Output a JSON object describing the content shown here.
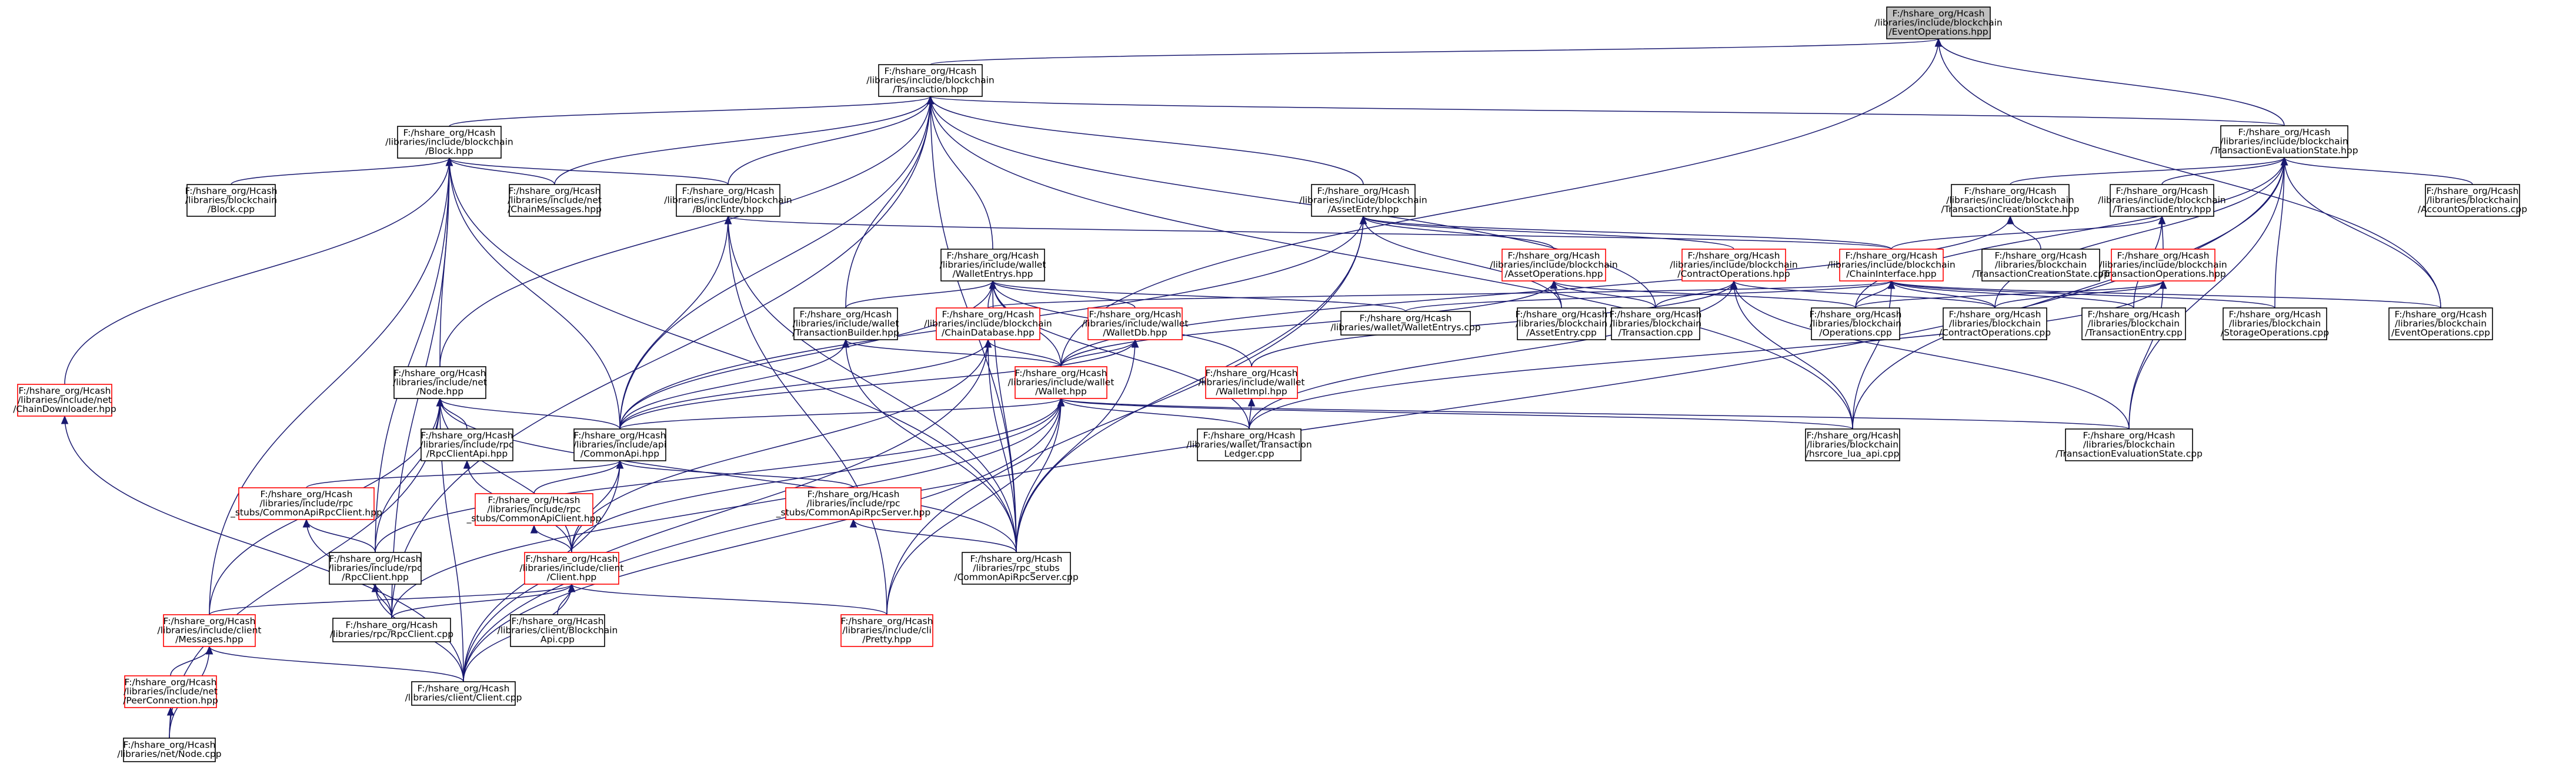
{
  "graph": {
    "nodes": [
      {
        "id": "eventops_hpp",
        "style": "gray",
        "lines": [
          "F:/hshare_org/Hcash",
          "/libraries/include/blockchain",
          "/EventOperations.hpp"
        ]
      },
      {
        "id": "transaction_hpp",
        "style": "black",
        "lines": [
          "F:/hshare_org/Hcash",
          "/libraries/include/blockchain",
          "/Transaction.hpp"
        ]
      },
      {
        "id": "teval_hpp",
        "style": "black",
        "lines": [
          "F:/hshare_org/Hcash",
          "/libraries/include/blockchain",
          "/TransactionEvaluationState.hpp"
        ]
      },
      {
        "id": "block_hpp",
        "style": "black",
        "lines": [
          "F:/hshare_org/Hcash",
          "/libraries/include/blockchain",
          "/Block.hpp"
        ]
      },
      {
        "id": "block_cpp",
        "style": "black",
        "lines": [
          "F:/hshare_org/Hcash",
          "/libraries/blockchain",
          "/Block.cpp"
        ]
      },
      {
        "id": "chainmsg_hpp",
        "style": "black",
        "lines": [
          "F:/hshare_org/Hcash",
          "/libraries/include/net",
          "/ChainMessages.hpp"
        ]
      },
      {
        "id": "blockentry_hpp",
        "style": "black",
        "lines": [
          "F:/hshare_org/Hcash",
          "/libraries/include/blockchain",
          "/BlockEntry.hpp"
        ]
      },
      {
        "id": "assetentry_hpp",
        "style": "black",
        "lines": [
          "F:/hshare_org/Hcash",
          "/libraries/include/blockchain",
          "/AssetEntry.hpp"
        ]
      },
      {
        "id": "tcreation_hpp",
        "style": "black",
        "lines": [
          "F:/hshare_org/Hcash",
          "/libraries/include/blockchain",
          "/TransactionCreationState.hpp"
        ]
      },
      {
        "id": "tentry_hpp",
        "style": "black",
        "lines": [
          "F:/hshare_org/Hcash",
          "/libraries/include/blockchain",
          "/TransactionEntry.hpp"
        ]
      },
      {
        "id": "accountops_cpp",
        "style": "black",
        "lines": [
          "F:/hshare_org/Hcash",
          "/libraries/blockchain",
          "/AccountOperations.cpp"
        ]
      },
      {
        "id": "chaindownloader_hpp",
        "style": "red",
        "lines": [
          "F:/hshare_org/Hcash",
          "/libraries/include/net",
          "/ChainDownloader.hpp"
        ]
      },
      {
        "id": "walletentrys_hpp",
        "style": "black",
        "lines": [
          "F:/hshare_org/Hcash",
          "/libraries/include/wallet",
          "/WalletEntrys.hpp"
        ]
      },
      {
        "id": "assetops_hpp",
        "style": "red",
        "lines": [
          "F:/hshare_org/Hcash",
          "/libraries/include/blockchain",
          "/AssetOperations.hpp"
        ]
      },
      {
        "id": "contractops_hpp",
        "style": "red",
        "lines": [
          "F:/hshare_org/Hcash",
          "/libraries/include/blockchain",
          "/ContractOperations.hpp"
        ]
      },
      {
        "id": "chaininterface_hpp",
        "style": "red",
        "lines": [
          "F:/hshare_org/Hcash",
          "/libraries/include/blockchain",
          "/ChainInterface.hpp"
        ]
      },
      {
        "id": "tcreation_cpp",
        "style": "black",
        "lines": [
          "F:/hshare_org/Hcash",
          "/libraries/blockchain",
          "/TransactionCreationState.cpp"
        ]
      },
      {
        "id": "tops_hpp",
        "style": "red",
        "lines": [
          "F:/hshare_org/Hcash",
          "/libraries/include/blockchain",
          "/TransactionOperations.hpp"
        ]
      },
      {
        "id": "tbuilder_hpp",
        "style": "black",
        "lines": [
          "F:/hshare_org/Hcash",
          "/libraries/include/wallet",
          "/TransactionBuilder.hpp"
        ]
      },
      {
        "id": "chaindb_hpp",
        "style": "red",
        "lines": [
          "F:/hshare_org/Hcash",
          "/libraries/include/blockchain",
          "/ChainDatabase.hpp"
        ]
      },
      {
        "id": "walletdb_hpp",
        "style": "red",
        "lines": [
          "F:/hshare_org/Hcash",
          "/libraries/include/wallet",
          "/WalletDb.hpp"
        ]
      },
      {
        "id": "walletentrys_cpp",
        "style": "black",
        "lines": [
          "F:/hshare_org/Hcash",
          "/libraries/wallet/WalletEntrys.cpp"
        ]
      },
      {
        "id": "assetentry_cpp",
        "style": "black",
        "lines": [
          "F:/hshare_org/Hcash",
          "/libraries/blockchain",
          "/AssetEntry.cpp"
        ]
      },
      {
        "id": "transaction_cpp",
        "style": "black",
        "lines": [
          "F:/hshare_org/Hcash",
          "/libraries/blockchain",
          "/Transaction.cpp"
        ]
      },
      {
        "id": "operations_cpp",
        "style": "black",
        "lines": [
          "F:/hshare_org/Hcash",
          "/libraries/blockchain",
          "/Operations.cpp"
        ]
      },
      {
        "id": "contractops_cpp",
        "style": "black",
        "lines": [
          "F:/hshare_org/Hcash",
          "/libraries/blockchain",
          "/ContractOperations.cpp"
        ]
      },
      {
        "id": "tentry_cpp",
        "style": "black",
        "lines": [
          "F:/hshare_org/Hcash",
          "/libraries/blockchain",
          "/TransactionEntry.cpp"
        ]
      },
      {
        "id": "storageops_cpp",
        "style": "black",
        "lines": [
          "F:/hshare_org/Hcash",
          "/libraries/blockchain",
          "/StorageOperations.cpp"
        ]
      },
      {
        "id": "eventops_cpp",
        "style": "black",
        "lines": [
          "F:/hshare_org/Hcash",
          "/libraries/blockchain",
          "/EventOperations.cpp"
        ]
      },
      {
        "id": "node_hpp",
        "style": "black",
        "lines": [
          "F:/hshare_org/Hcash",
          "/libraries/include/net",
          "/Node.hpp"
        ]
      },
      {
        "id": "wallet_hpp",
        "style": "red",
        "lines": [
          "F:/hshare_org/Hcash",
          "/libraries/include/wallet",
          "/Wallet.hpp"
        ]
      },
      {
        "id": "walletimpl_hpp",
        "style": "red",
        "lines": [
          "F:/hshare_org/Hcash",
          "/libraries/include/wallet",
          "/WalletImpl.hpp"
        ]
      },
      {
        "id": "rpcclientapi_hpp",
        "style": "black",
        "lines": [
          "F:/hshare_org/Hcash",
          "/libraries/include/rpc",
          "/RpcClientApi.hpp"
        ]
      },
      {
        "id": "commonapi_hpp",
        "style": "black",
        "lines": [
          "F:/hshare_org/Hcash",
          "/libraries/include/api",
          "/CommonApi.hpp"
        ]
      },
      {
        "id": "translog_cpp",
        "style": "black",
        "lines": [
          "F:/hshare_org/Hcash",
          "/libraries/wallet/Transaction",
          "Ledger.cpp"
        ]
      },
      {
        "id": "luaapi_cpp",
        "style": "black",
        "lines": [
          "F:/hshare_org/Hcash",
          "/libraries/blockchain",
          "/hsrcore_lua_api.cpp"
        ]
      },
      {
        "id": "teval_cpp",
        "style": "black",
        "lines": [
          "F:/hshare_org/Hcash",
          "/libraries/blockchain",
          "/TransactionEvaluationState.cpp"
        ]
      },
      {
        "id": "apirpcclient_hpp",
        "style": "red",
        "lines": [
          "F:/hshare_org/Hcash",
          "/libraries/include/rpc",
          "_stubs/CommonApiRpcClient.hpp"
        ]
      },
      {
        "id": "apiclient_hpp",
        "style": "red",
        "lines": [
          "F:/hshare_org/Hcash",
          "/libraries/include/rpc",
          "_stubs/CommonApiClient.hpp"
        ]
      },
      {
        "id": "apirpcserver_hpp",
        "style": "red",
        "lines": [
          "F:/hshare_org/Hcash",
          "/libraries/include/rpc",
          "_stubs/CommonApiRpcServer.hpp"
        ]
      },
      {
        "id": "rpcclient_hpp",
        "style": "black",
        "lines": [
          "F:/hshare_org/Hcash",
          "/libraries/include/rpc",
          "/RpcClient.hpp"
        ]
      },
      {
        "id": "client_hpp",
        "style": "red",
        "lines": [
          "F:/hshare_org/Hcash",
          "/libraries/include/client",
          "/Client.hpp"
        ]
      },
      {
        "id": "apirpcserver_cpp",
        "style": "black",
        "lines": [
          "F:/hshare_org/Hcash",
          "/libraries/rpc_stubs",
          "/CommonApiRpcServer.cpp"
        ]
      },
      {
        "id": "messages_hpp",
        "style": "red",
        "lines": [
          "F:/hshare_org/Hcash",
          "/libraries/include/client",
          "/Messages.hpp"
        ]
      },
      {
        "id": "rpcclient_cpp",
        "style": "black",
        "lines": [
          "F:/hshare_org/Hcash",
          "/libraries/rpc/RpcClient.cpp"
        ]
      },
      {
        "id": "blockchainapi_cpp",
        "style": "black",
        "lines": [
          "F:/hshare_org/Hcash",
          "/libraries/client/Blockchain",
          "Api.cpp"
        ]
      },
      {
        "id": "pretty_hpp",
        "style": "red",
        "lines": [
          "F:/hshare_org/Hcash",
          "/libraries/include/cli",
          "/Pretty.hpp"
        ]
      },
      {
        "id": "peerconn_hpp",
        "style": "red",
        "lines": [
          "F:/hshare_org/Hcash",
          "/libraries/include/net",
          "/PeerConnection.hpp"
        ]
      },
      {
        "id": "client_cpp",
        "style": "black",
        "lines": [
          "F:/hshare_org/Hcash",
          "/libraries/client/Client.cpp"
        ]
      },
      {
        "id": "node_cpp",
        "style": "black",
        "lines": [
          "F:/hshare_org/Hcash",
          "/libraries/net/Node.cpp"
        ]
      }
    ],
    "edges": [
      [
        "eventops_hpp",
        "transaction_hpp"
      ],
      [
        "eventops_hpp",
        "teval_hpp"
      ],
      [
        "eventops_hpp",
        "eventops_cpp"
      ],
      [
        "eventops_hpp",
        "wallet_hpp"
      ],
      [
        "transaction_hpp",
        "block_hpp"
      ],
      [
        "transaction_hpp",
        "chainmsg_hpp"
      ],
      [
        "transaction_hpp",
        "assetentry_hpp"
      ],
      [
        "transaction_hpp",
        "teval_hpp"
      ],
      [
        "transaction_hpp",
        "blockentry_hpp"
      ],
      [
        "transaction_hpp",
        "walletentrys_hpp"
      ],
      [
        "transaction_hpp",
        "tbuilder_hpp"
      ],
      [
        "transaction_hpp",
        "node_hpp"
      ],
      [
        "transaction_hpp",
        "commonapi_hpp"
      ],
      [
        "transaction_hpp",
        "transaction_cpp"
      ],
      [
        "transaction_hpp",
        "luaapi_cpp"
      ],
      [
        "transaction_hpp",
        "apirpcserver_cpp"
      ],
      [
        "transaction_hpp",
        "rpcclient_cpp"
      ],
      [
        "teval_hpp",
        "tcreation_hpp"
      ],
      [
        "teval_hpp",
        "tentry_hpp"
      ],
      [
        "teval_hpp",
        "accountops_cpp"
      ],
      [
        "teval_hpp",
        "storageops_cpp"
      ],
      [
        "teval_hpp",
        "eventops_cpp"
      ],
      [
        "teval_hpp",
        "contractops_cpp"
      ],
      [
        "teval_hpp",
        "operations_cpp"
      ],
      [
        "teval_hpp",
        "teval_cpp"
      ],
      [
        "teval_hpp",
        "luaapi_cpp"
      ],
      [
        "teval_hpp",
        "client_cpp"
      ],
      [
        "block_hpp",
        "block_cpp"
      ],
      [
        "block_hpp",
        "chainmsg_hpp"
      ],
      [
        "block_hpp",
        "blockentry_hpp"
      ],
      [
        "block_hpp",
        "chaindownloader_hpp"
      ],
      [
        "block_hpp",
        "node_hpp"
      ],
      [
        "block_hpp",
        "commonapi_hpp"
      ],
      [
        "block_hpp",
        "rpcclient_hpp"
      ],
      [
        "block_hpp",
        "apirpcserver_cpp"
      ],
      [
        "block_hpp",
        "messages_hpp"
      ],
      [
        "block_hpp",
        "rpcclient_cpp"
      ],
      [
        "blockentry_hpp",
        "chaininterface_hpp"
      ],
      [
        "blockentry_hpp",
        "commonapi_hpp"
      ],
      [
        "blockentry_hpp",
        "apirpcserver_cpp"
      ],
      [
        "blockentry_hpp",
        "pretty_hpp"
      ],
      [
        "assetentry_hpp",
        "chaininterface_hpp"
      ],
      [
        "assetentry_hpp",
        "assetops_hpp"
      ],
      [
        "assetentry_hpp",
        "contractops_hpp"
      ],
      [
        "assetentry_hpp",
        "commonapi_hpp"
      ],
      [
        "assetentry_hpp",
        "apirpcserver_cpp"
      ],
      [
        "assetentry_hpp",
        "assetentry_cpp"
      ],
      [
        "assetentry_hpp",
        "pretty_hpp"
      ],
      [
        "tcreation_hpp",
        "tcreation_cpp"
      ],
      [
        "tcreation_hpp",
        "wallet_hpp"
      ],
      [
        "tentry_hpp",
        "tops_hpp"
      ],
      [
        "tentry_hpp",
        "chaininterface_hpp"
      ],
      [
        "tentry_hpp",
        "tentry_cpp"
      ],
      [
        "walletentrys_hpp",
        "tbuilder_hpp"
      ],
      [
        "walletentrys_hpp",
        "chaindb_hpp"
      ],
      [
        "walletentrys_hpp",
        "walletdb_hpp"
      ],
      [
        "walletentrys_hpp",
        "walletentrys_cpp"
      ],
      [
        "walletentrys_hpp",
        "wallet_hpp"
      ],
      [
        "walletentrys_hpp",
        "walletimpl_hpp"
      ],
      [
        "walletentrys_hpp",
        "commonapi_hpp"
      ],
      [
        "walletentrys_hpp",
        "translog_cpp"
      ],
      [
        "walletentrys_hpp",
        "apirpcserver_cpp"
      ],
      [
        "assetops_hpp",
        "assetentry_cpp"
      ],
      [
        "assetops_hpp",
        "transaction_cpp"
      ],
      [
        "assetops_hpp",
        "operations_cpp"
      ],
      [
        "assetops_hpp",
        "wallet_hpp"
      ],
      [
        "contractops_hpp",
        "contractops_cpp"
      ],
      [
        "contractops_hpp",
        "transaction_cpp"
      ],
      [
        "contractops_hpp",
        "walletimpl_hpp"
      ],
      [
        "contractops_hpp",
        "luaapi_cpp"
      ],
      [
        "contractops_hpp",
        "translog_cpp"
      ],
      [
        "contractops_hpp",
        "teval_cpp"
      ],
      [
        "chaininterface_hpp",
        "chaindb_hpp"
      ],
      [
        "chaininterface_hpp",
        "operations_cpp"
      ],
      [
        "chaininterface_hpp",
        "contractops_cpp"
      ],
      [
        "chaininterface_hpp",
        "tentry_cpp"
      ],
      [
        "chaininterface_hpp",
        "storageops_cpp"
      ],
      [
        "chaininterface_hpp",
        "eventops_cpp"
      ],
      [
        "chaininterface_hpp",
        "walletentrys_cpp"
      ],
      [
        "chaininterface_hpp",
        "luaapi_cpp"
      ],
      [
        "tops_hpp",
        "operations_cpp"
      ],
      [
        "tops_hpp",
        "contractops_cpp"
      ],
      [
        "tops_hpp",
        "translog_cpp"
      ],
      [
        "tops_hpp",
        "teval_cpp"
      ],
      [
        "tbuilder_hpp",
        "wallet_hpp"
      ],
      [
        "tbuilder_hpp",
        "commonapi_hpp"
      ],
      [
        "tbuilder_hpp",
        "apirpcserver_cpp"
      ],
      [
        "chaindb_hpp",
        "wallet_hpp"
      ],
      [
        "chaindb_hpp",
        "commonapi_hpp"
      ],
      [
        "chaindb_hpp",
        "apirpcserver_cpp"
      ],
      [
        "chaindb_hpp",
        "client_hpp"
      ],
      [
        "chaindb_hpp",
        "client_cpp"
      ],
      [
        "walletdb_hpp",
        "wallet_hpp"
      ],
      [
        "walletdb_hpp",
        "commonapi_hpp"
      ],
      [
        "walletdb_hpp",
        "apirpcserver_cpp"
      ],
      [
        "node_hpp",
        "rpcclientapi_hpp"
      ],
      [
        "node_hpp",
        "commonapi_hpp"
      ],
      [
        "node_hpp",
        "client_hpp"
      ],
      [
        "node_hpp",
        "rpcclient_hpp"
      ],
      [
        "node_hpp",
        "apirpcserver_cpp"
      ],
      [
        "node_hpp",
        "messages_hpp"
      ],
      [
        "node_hpp",
        "node_cpp"
      ],
      [
        "node_hpp",
        "client_cpp"
      ],
      [
        "wallet_hpp",
        "commonapi_hpp"
      ],
      [
        "wallet_hpp",
        "translog_cpp"
      ],
      [
        "wallet_hpp",
        "luaapi_cpp"
      ],
      [
        "wallet_hpp",
        "teval_cpp"
      ],
      [
        "wallet_hpp",
        "client_hpp"
      ],
      [
        "wallet_hpp",
        "rpcclient_hpp"
      ],
      [
        "wallet_hpp",
        "apirpcserver_cpp"
      ],
      [
        "wallet_hpp",
        "pretty_hpp"
      ],
      [
        "wallet_hpp",
        "rpcclient_cpp"
      ],
      [
        "wallet_hpp",
        "client_cpp"
      ],
      [
        "walletimpl_hpp",
        "translog_cpp"
      ],
      [
        "rpcclientapi_hpp",
        "client_hpp"
      ],
      [
        "commonapi_hpp",
        "apirpcclient_hpp"
      ],
      [
        "commonapi_hpp",
        "apiclient_hpp"
      ],
      [
        "commonapi_hpp",
        "apirpcserver_hpp"
      ],
      [
        "commonapi_hpp",
        "client_hpp"
      ],
      [
        "commonapi_hpp",
        "client_cpp"
      ],
      [
        "apirpcclient_hpp",
        "rpcclient_hpp"
      ],
      [
        "apirpcclient_hpp",
        "rpcclient_cpp"
      ],
      [
        "apiclient_hpp",
        "client_hpp"
      ],
      [
        "apirpcserver_hpp",
        "apirpcserver_cpp"
      ],
      [
        "rpcclient_hpp",
        "rpcclient_cpp"
      ],
      [
        "rpcclient_hpp",
        "client_cpp"
      ],
      [
        "client_hpp",
        "messages_hpp"
      ],
      [
        "client_hpp",
        "blockchainapi_cpp"
      ],
      [
        "client_hpp",
        "pretty_hpp"
      ],
      [
        "client_hpp",
        "client_cpp"
      ],
      [
        "client_hpp",
        "rpcclient_cpp"
      ],
      [
        "messages_hpp",
        "peerconn_hpp"
      ],
      [
        "messages_hpp",
        "client_cpp"
      ],
      [
        "messages_hpp",
        "node_cpp"
      ],
      [
        "chaindownloader_hpp",
        "client_cpp"
      ],
      [
        "peerconn_hpp",
        "node_cpp"
      ]
    ]
  }
}
